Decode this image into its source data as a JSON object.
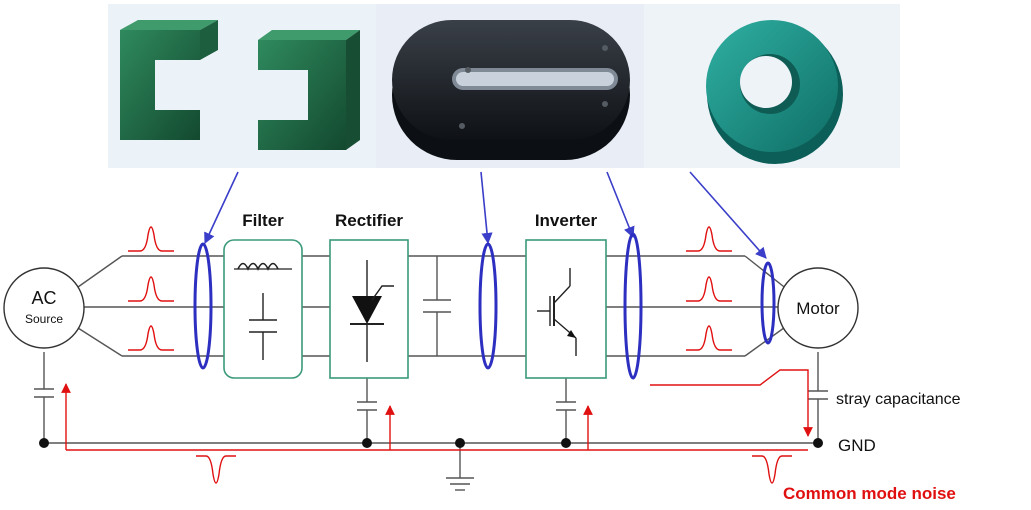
{
  "photos": {
    "items": [
      {
        "name": "u-shaped-ferrite-cores",
        "color": "#1f6b48",
        "background": "#ecf3f8"
      },
      {
        "name": "oval-ferrite-core",
        "color": "#1c2025",
        "background": "#e9eef6"
      },
      {
        "name": "toroidal-ferrite-core",
        "color": "#1b8f84",
        "background": "#eef3f8"
      }
    ]
  },
  "diagram": {
    "source": {
      "label_main": "AC",
      "label_sub": "Source"
    },
    "blocks": {
      "filter": "Filter",
      "rectifier": "Rectifier",
      "inverter": "Inverter"
    },
    "motor": "Motor",
    "annotations": {
      "stray_capacitance": "stray capacitance",
      "ground": "GND",
      "noise": "Common mode noise"
    },
    "colors": {
      "wire": "#555555",
      "block_border": "#3a9a7a",
      "core_ring": "#2d2fc0",
      "noise": "#e01010"
    }
  }
}
